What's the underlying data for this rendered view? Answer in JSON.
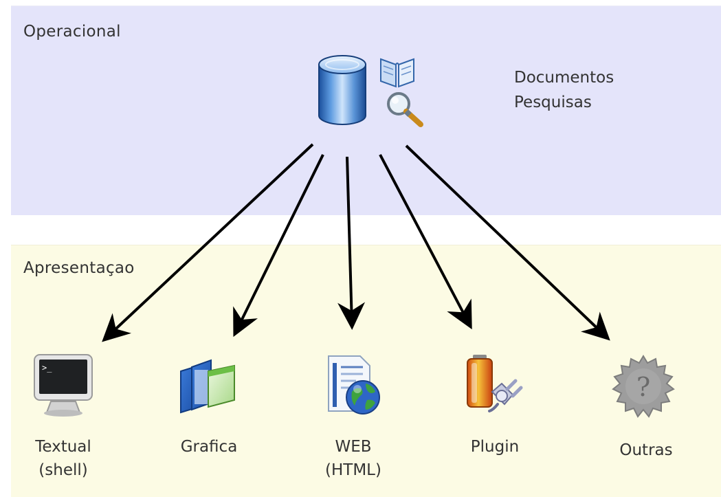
{
  "layers": {
    "top": {
      "title": "Operacional"
    },
    "bottom": {
      "title": "Apresentaçao"
    }
  },
  "database": {
    "labels": [
      "Documentos",
      "Pesquisas"
    ],
    "icons": [
      "database-icon",
      "book-icon",
      "magnifier-icon"
    ]
  },
  "clients": [
    {
      "label_lines": [
        "Textual",
        "(shell)"
      ],
      "icon": "terminal-icon"
    },
    {
      "label_lines": [
        "Grafica"
      ],
      "icon": "windows-icon"
    },
    {
      "label_lines": [
        "WEB",
        "(HTML)"
      ],
      "icon": "web-document-icon"
    },
    {
      "label_lines": [
        "Plugin"
      ],
      "icon": "plugin-icon"
    },
    {
      "label_lines": [
        "Outras"
      ],
      "icon": "question-gear-icon"
    }
  ],
  "colors": {
    "operational_layer": "#e4e4fa",
    "presentation_layer": "#fcfbe4",
    "arrow": "#000000",
    "text": "#333333"
  }
}
